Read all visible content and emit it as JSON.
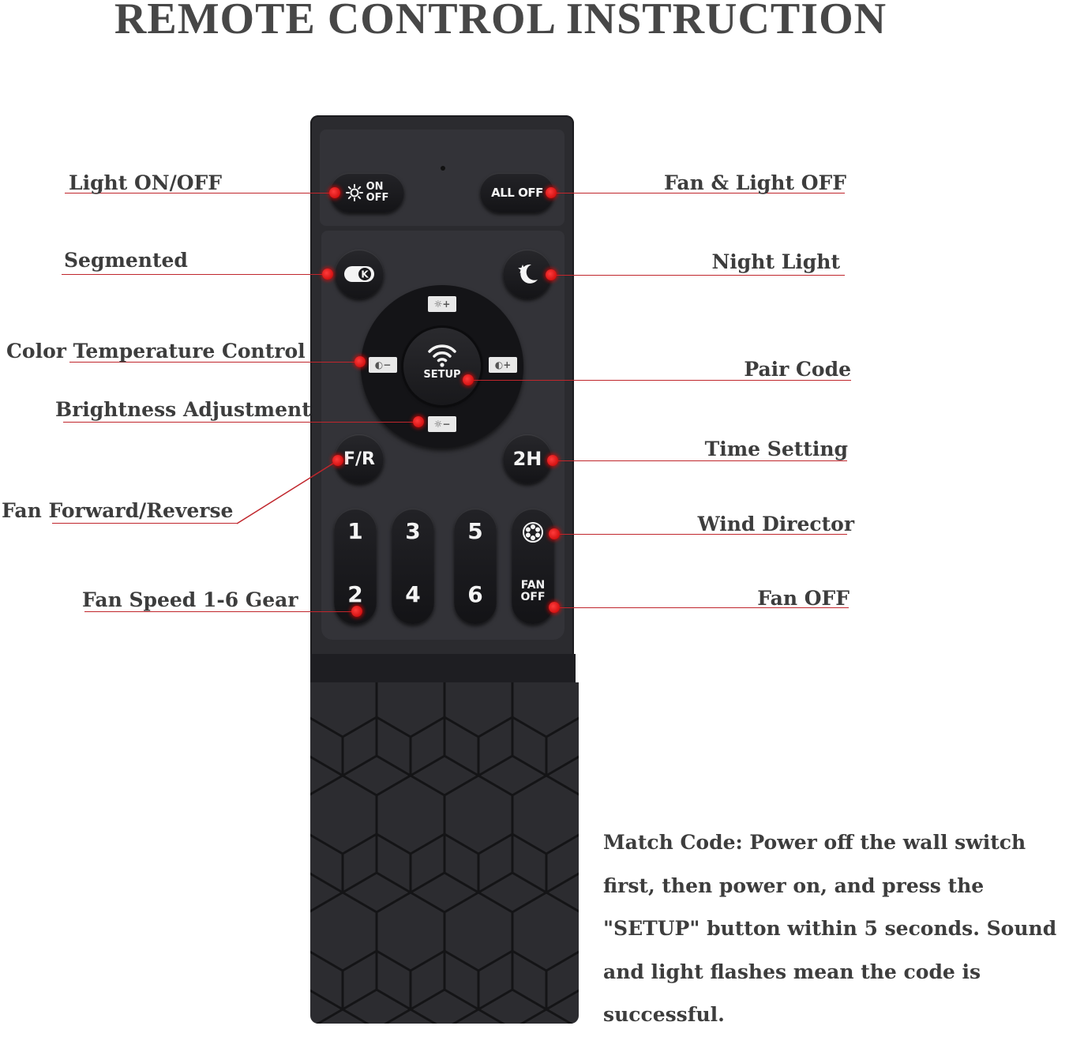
{
  "title": "REMOTE CONTROL INSTRUCTION",
  "labels": {
    "light_on_off": "Light ON/OFF",
    "segmented": "Segmented",
    "color_temperature": "Color Temperature Control",
    "brightness": "Brightness Adjustment",
    "fan_forward_reverse": "Fan Forward/Reverse",
    "fan_speed": "Fan Speed 1-6 Gear",
    "fan_light_off": "Fan & Light OFF",
    "night_light": "Night Light",
    "pair_code": "Pair Code",
    "time_setting": "Time Setting",
    "wind_director": "Wind Director",
    "fan_off": "Fan OFF"
  },
  "remote": {
    "on_off_line1": "ON",
    "on_off_line2": "OFF",
    "all_off": "ALL OFF",
    "segment_letter": "K",
    "setup": "SETUP",
    "brightness_up": "☼+",
    "brightness_down": "☼−",
    "color_temp_up": "◐+",
    "color_temp_down": "◐−",
    "fr": "F/R",
    "timer": "2H",
    "speeds": [
      "1",
      "2",
      "3",
      "4",
      "5",
      "6"
    ],
    "fan_off_line1": "FAN",
    "fan_off_line2": "OFF"
  },
  "instruction": "Match Code: Power off the wall switch first, then power on, and press the \"SETUP\" button within 5 seconds. Sound and light flashes mean the code is successful.",
  "colors": {
    "leader": "#c0262c",
    "marker": "#e00000",
    "remote_body": "#2b2b2f"
  }
}
